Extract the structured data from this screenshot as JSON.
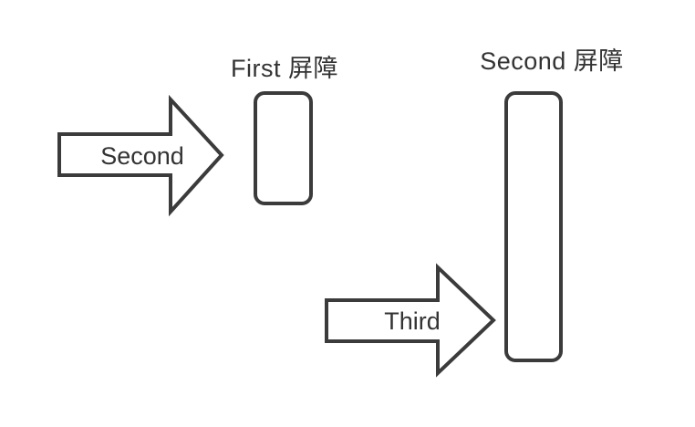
{
  "diagram": {
    "colors": {
      "background": "#ffffff",
      "stroke": "#3b3b3b",
      "text": "#333333"
    },
    "barriers": [
      {
        "label": "First 屏障"
      },
      {
        "label": "Second 屏障"
      }
    ],
    "arrows": [
      {
        "label": "Second"
      },
      {
        "label": "Third"
      }
    ]
  }
}
